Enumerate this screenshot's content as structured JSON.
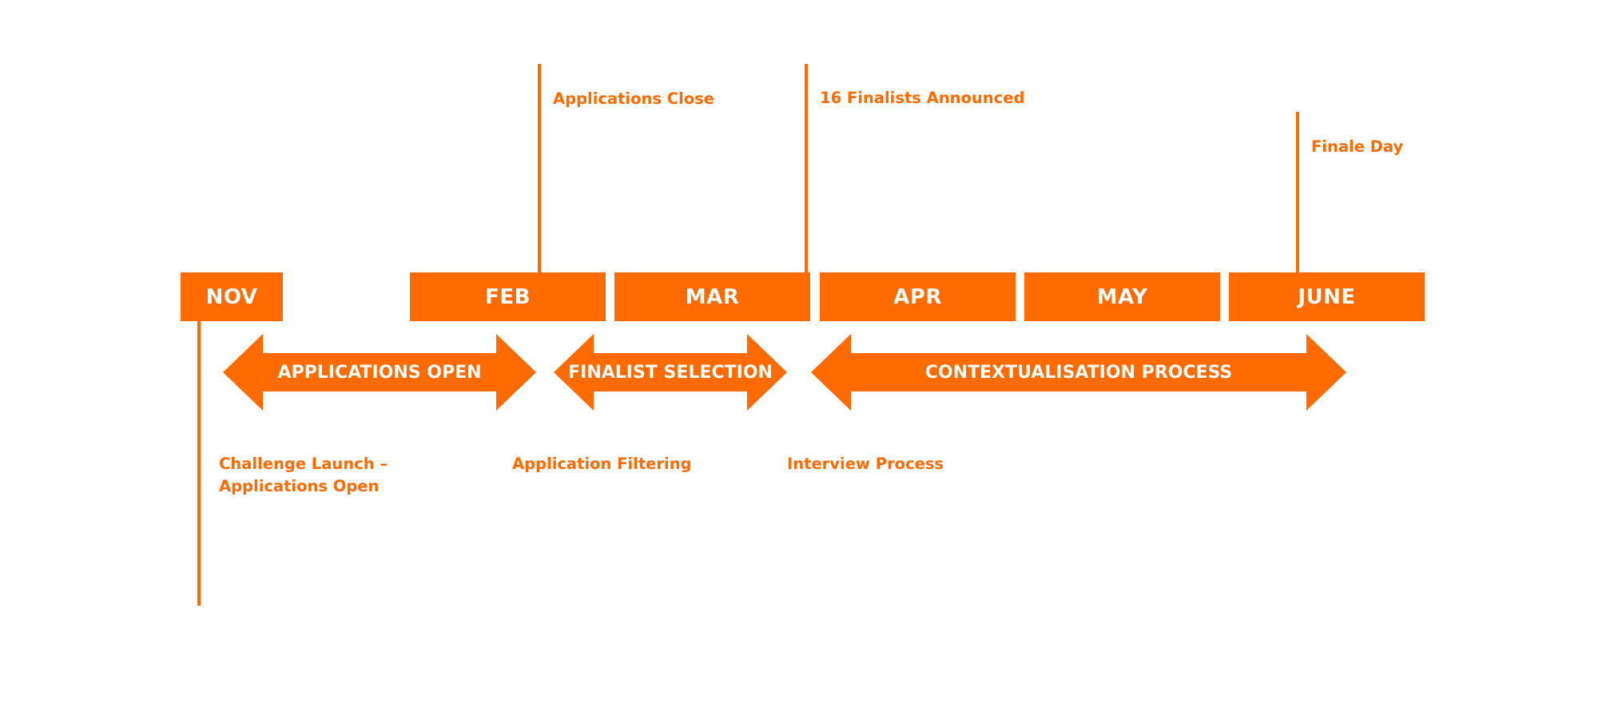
{
  "accent_color": "#ff6b00",
  "background_color": "#ffffff",
  "months": [
    "NOV",
    "FEB",
    "MAR",
    "APR",
    "MAY",
    "JUNE"
  ],
  "phases": [
    "APPLICATIONS OPEN",
    "FINALIST SELECTION",
    "CONTEXTUALISATION PROCESS"
  ],
  "milestones": {
    "applications_close": "Applications Close",
    "finalists_announced": "16 Finalists Announced",
    "finale_day": "Finale Day",
    "challenge_launch_line1": "Challenge Launch –",
    "challenge_launch_line2": "Applications Open",
    "application_filtering": "Application Filtering",
    "interview_process": "Interview Process"
  }
}
